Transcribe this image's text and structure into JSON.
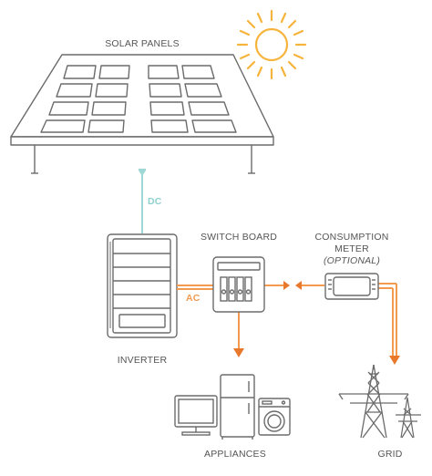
{
  "labels": {
    "solar_panels": "SOLAR PANELS",
    "dc": "DC",
    "switch_board": "SWITCH BOARD",
    "consumption_meter_line1": "CONSUMPTION",
    "consumption_meter_line2": "METER",
    "optional": "(OPTIONAL)",
    "ac": "AC",
    "inverter": "INVERTER",
    "appliances": "APPLIANCES",
    "grid": "GRID"
  },
  "colors": {
    "line": "#6b6b6b",
    "sun": "#f7b43c",
    "dc_line": "#9ed7d4",
    "ac_line": "#f39a4f",
    "ac_arrow": "#e8782c",
    "panel_fill": "#ffffff"
  },
  "icons": {
    "sun": "sun-icon",
    "solar_panel": "solar-panel-icon",
    "inverter": "inverter-icon",
    "switch_board": "switch-board-icon",
    "meter": "consumption-meter-icon",
    "computer": "computer-icon",
    "fridge": "fridge-icon",
    "washer": "washing-machine-icon",
    "pylon": "power-pylon-icon"
  }
}
